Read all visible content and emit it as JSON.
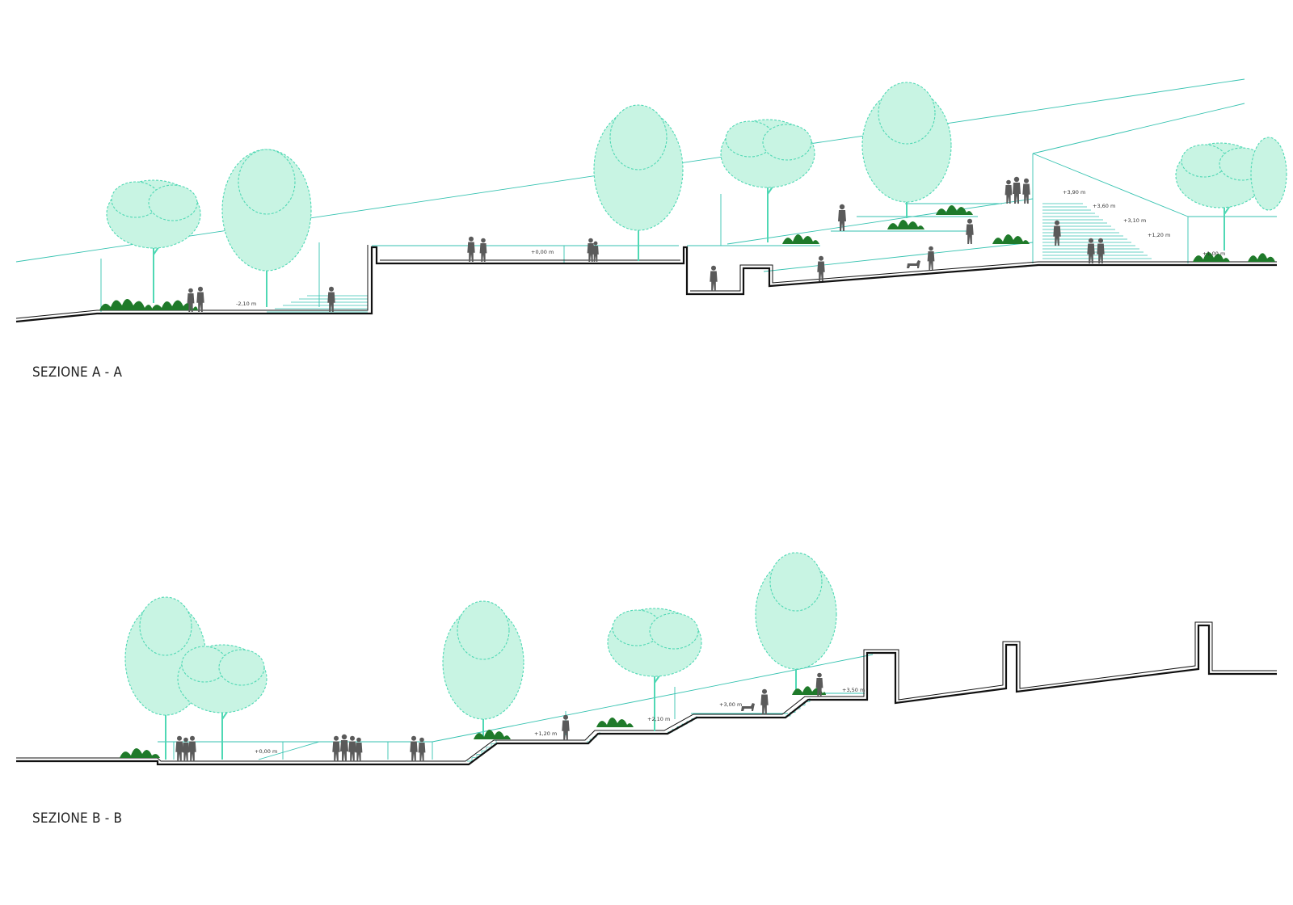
{
  "sections": [
    {
      "title": "SEZIONE A - A",
      "levels": [
        "-2,10 m",
        "+0,00 m",
        "+3,90 m",
        "+3,60 m",
        "+3,10 m",
        "+1,20 m",
        "+1,00 m"
      ]
    },
    {
      "title": "SEZIONE B - B",
      "levels": [
        "+0,00 m",
        "+1,20 m",
        "+2,10 m",
        "+3,00 m",
        "+3,50 m"
      ]
    }
  ],
  "colors": {
    "ground_line": "#111111",
    "construction_line": "#35c2b0",
    "tree": "#4fd8b4",
    "shrub": "#1f7a2a",
    "people": "#5a5a5a"
  }
}
